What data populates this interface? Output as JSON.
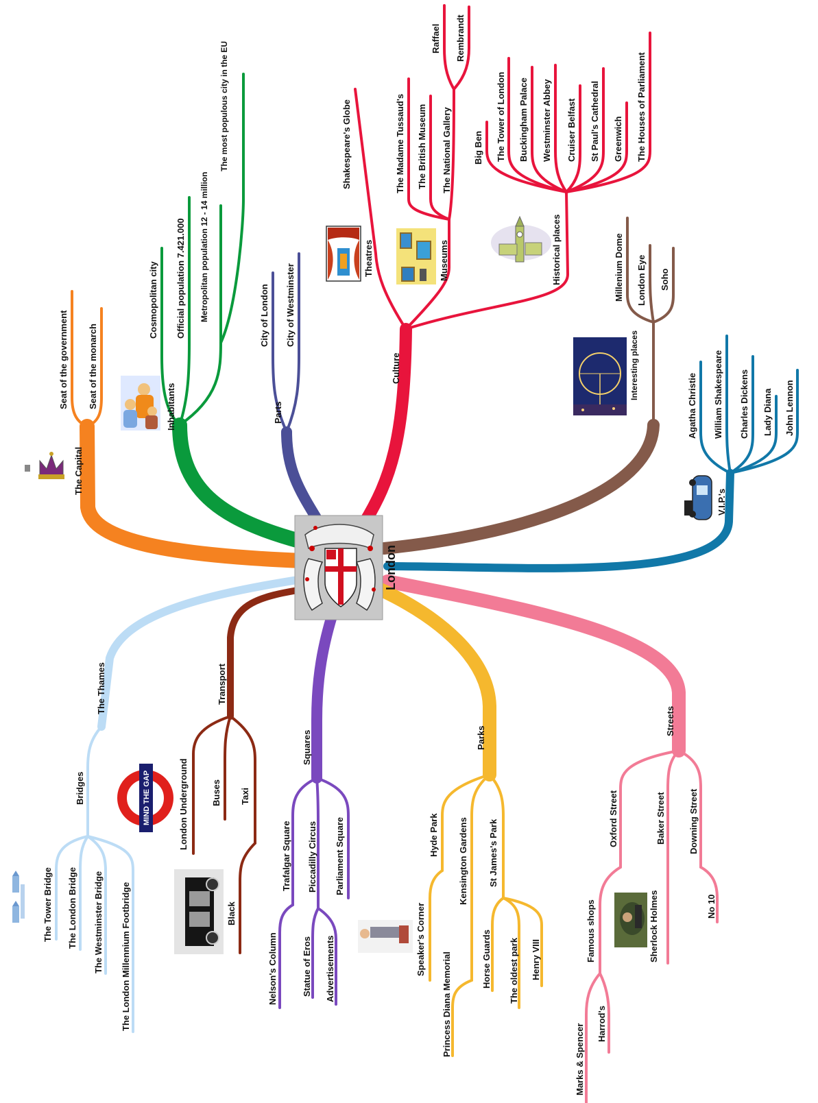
{
  "center": {
    "title": "London",
    "emblem": "city-of-london-coat-of-arms"
  },
  "branches": [
    {
      "id": "capital",
      "label": "The Capital",
      "color": "#f58220",
      "icon": "crown-icon",
      "children": [
        "Seat of the government",
        "Seat of the monarch"
      ]
    },
    {
      "id": "inhabitants",
      "label": "Inhabitants",
      "color": "#0a9a3c",
      "icon": "people-icon",
      "children": [
        "Cosmopolitan city",
        "Official population 7.421.000",
        "Metropolitan population 12 - 14 million",
        "The most populous city in the EU"
      ]
    },
    {
      "id": "parts",
      "label": "Parts",
      "color": "#4b4f97",
      "children": [
        "City of London",
        "City of Westminster"
      ]
    },
    {
      "id": "culture",
      "label": "Culture",
      "color": "#e8143c",
      "groups": [
        {
          "label": "Theatres",
          "icon": "theatre-stage-icon",
          "children": [
            "Shakespeare's Globe"
          ]
        },
        {
          "label": "Museums",
          "icon": "museum-paintings-icon",
          "children": [
            "The Madame Tussaud's",
            "The British Museum",
            "The National Gallery"
          ],
          "sub": {
            "parent": "The National Gallery",
            "children": [
              "Raffael",
              "Rembrandt"
            ]
          }
        },
        {
          "label": "Historical places",
          "icon": "big-ben-icon",
          "children": [
            "Big Ben",
            "The Tower of London",
            "Buckingham Palace",
            "Westminster Abbey",
            "Cruiser Belfast",
            "St Paul's Cathedral",
            "Greenwich",
            "The Houses of Parliament"
          ]
        }
      ]
    },
    {
      "id": "interesting",
      "label": "Interesting places",
      "color": "#845a4a",
      "icon": "london-eye-icon",
      "children": [
        "Millenium Dome",
        "London Eye",
        "Soho"
      ]
    },
    {
      "id": "vips",
      "label": "V.I.P.'s",
      "color": "#1178a8",
      "icon": "car-icon",
      "children": [
        "Agatha Christie",
        "William Shakespeare",
        "Charles Dickens",
        "Lady Diana",
        "John Lennon"
      ]
    },
    {
      "id": "streets",
      "label": "Streets",
      "color": "#f27b96",
      "children": [
        "Oxford Street",
        "Baker Street",
        "Downing Street"
      ],
      "subs": [
        {
          "parent": "Oxford Street",
          "label": "Famous shops",
          "children": [
            "Marks & Spencer",
            "Harrod's"
          ]
        },
        {
          "parent": "Baker Street",
          "label": "Sherlock Holmes",
          "icon": "sherlock-holmes-icon"
        },
        {
          "parent": "Downing Street",
          "label": "No 10"
        }
      ]
    },
    {
      "id": "parks",
      "label": "Parks",
      "color": "#f5b82e",
      "children": [
        "Hyde Park",
        "Kensington Gardens",
        "St James's Park"
      ],
      "subs": [
        {
          "parent": "Hyde Park",
          "label": "Speaker's Corner",
          "icon": "speaker-icon"
        },
        {
          "parent": "Kensington Gardens",
          "label": "Princess Diana Memorial"
        },
        {
          "parent": "St James's Park",
          "children": [
            "Horse Guards",
            "The oldest park",
            "Henry VIII"
          ]
        }
      ]
    },
    {
      "id": "squares",
      "label": "Squares",
      "color": "#7a49be",
      "children": [
        "Trafalgar Square",
        "Piccadilly Circus",
        "Parliament Square"
      ],
      "subs": [
        {
          "parent": "Trafalgar Square",
          "label": "Nelson's Column"
        },
        {
          "parent": "Piccadilly Circus",
          "children": [
            "Statue of Eros",
            "Advertisements"
          ]
        }
      ]
    },
    {
      "id": "transport",
      "label": "Transport",
      "color": "#8c2a14",
      "children": [
        "London Underground",
        "Buses",
        "Taxi"
      ],
      "underground_sign": "MIND THE GAP",
      "subs": [
        {
          "parent": "Taxi",
          "label": "Black",
          "icon": "black-cab-icon"
        }
      ]
    },
    {
      "id": "thames",
      "label": "The Thames",
      "color": "#bcdcf5",
      "group": "Bridges",
      "children": [
        "The Tower Bridge",
        "The London Bridge",
        "The Westminster Bridge",
        "The London Millennium Footbridge"
      ],
      "icon": "tower-bridge-icon"
    }
  ]
}
